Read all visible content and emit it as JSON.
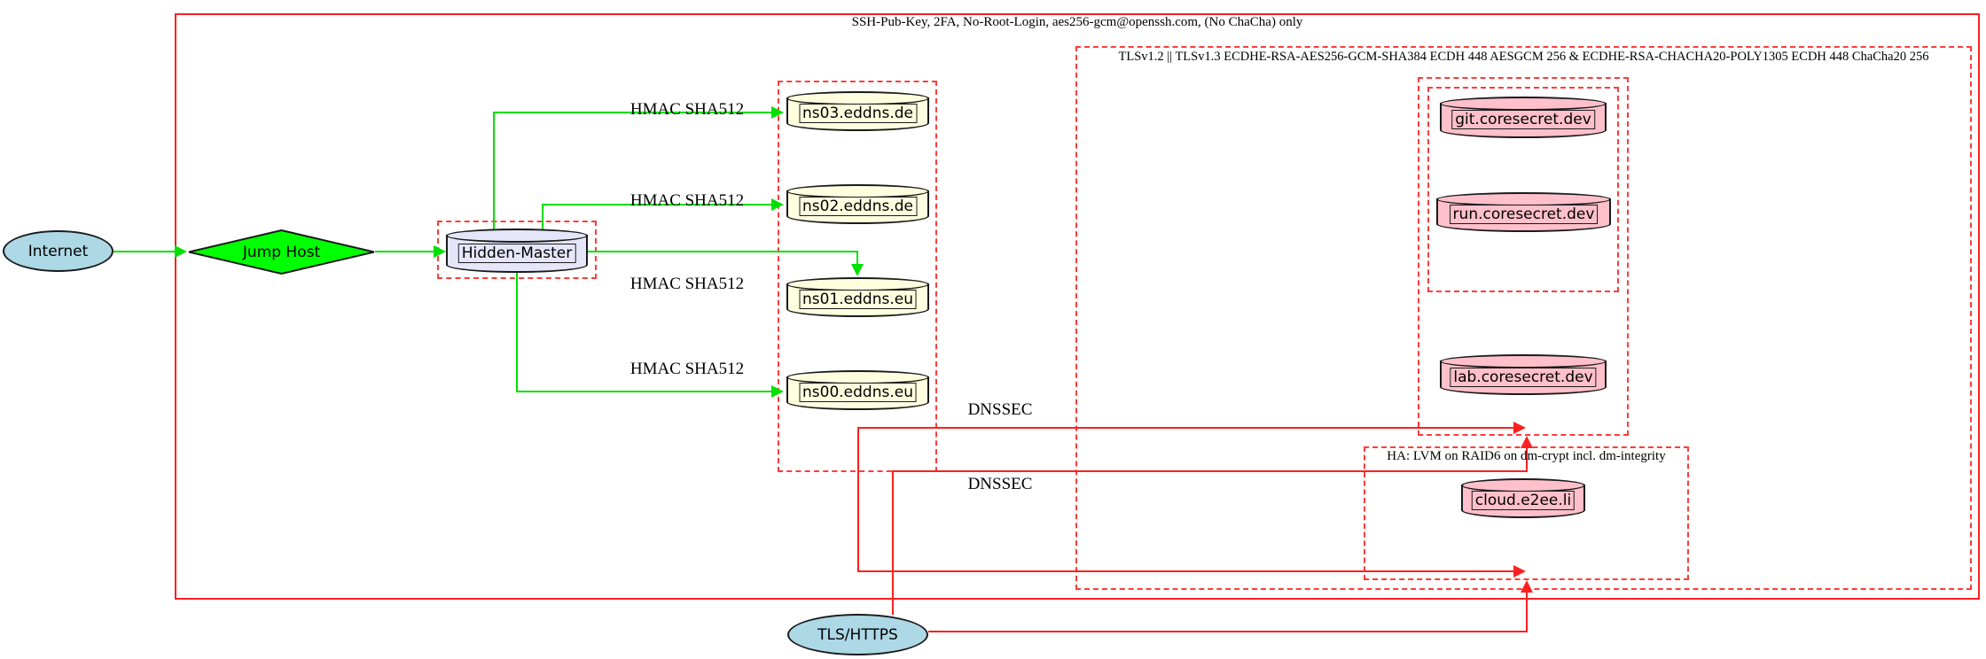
{
  "diagram": {
    "clusters": {
      "ssh": {
        "label": "SSH-Pub-Key, 2FA, No-Root-Login, aes256-gcm@openssh.com, (No ChaCha) only"
      },
      "tls": {
        "label": "TLSv1.2 || TLSv1.3 ECDHE-RSA-AES256-GCM-SHA384 ECDH 448 AESGCM 256 & ECDHE-RSA-CHACHA20-POLY1305 ECDH 448 ChaCha20 256"
      },
      "ha": {
        "label": "HA: LVM on RAID6 on dm-crypt incl. dm-integrity"
      }
    },
    "nodes": {
      "internet": "Internet",
      "jump_host": "Jump Host",
      "hidden_master": "Hidden-Master",
      "ns03": "ns03.eddns.de",
      "ns02": "ns02.eddns.de",
      "ns01": "ns01.eddns.eu",
      "ns00": "ns00.eddns.eu",
      "git": "git.coresecret.dev",
      "run": "run.coresecret.dev",
      "lab": "lab.coresecret.dev",
      "cloud": "cloud.e2ee.li",
      "tls_https": "TLS/HTTPS"
    },
    "edge_labels": {
      "hmac_ns03": "HMAC SHA512",
      "hmac_ns02": "HMAC SHA512",
      "hmac_ns01": "HMAC SHA512",
      "hmac_ns00": "HMAC SHA512",
      "dnssec_1": "DNSSEC",
      "dnssec_2": "DNSSEC"
    },
    "colors": {
      "edge_green": "#00e000",
      "edge_red": "#fb2020",
      "cluster_red": "#ff3b3b",
      "node_blue": "#add8e6",
      "node_green": "#00ff00",
      "node_lavender": "#e6e6fa",
      "node_yellow": "#ffffe0",
      "node_pink": "#ffc0cb",
      "border": "#1a1a1a"
    }
  }
}
